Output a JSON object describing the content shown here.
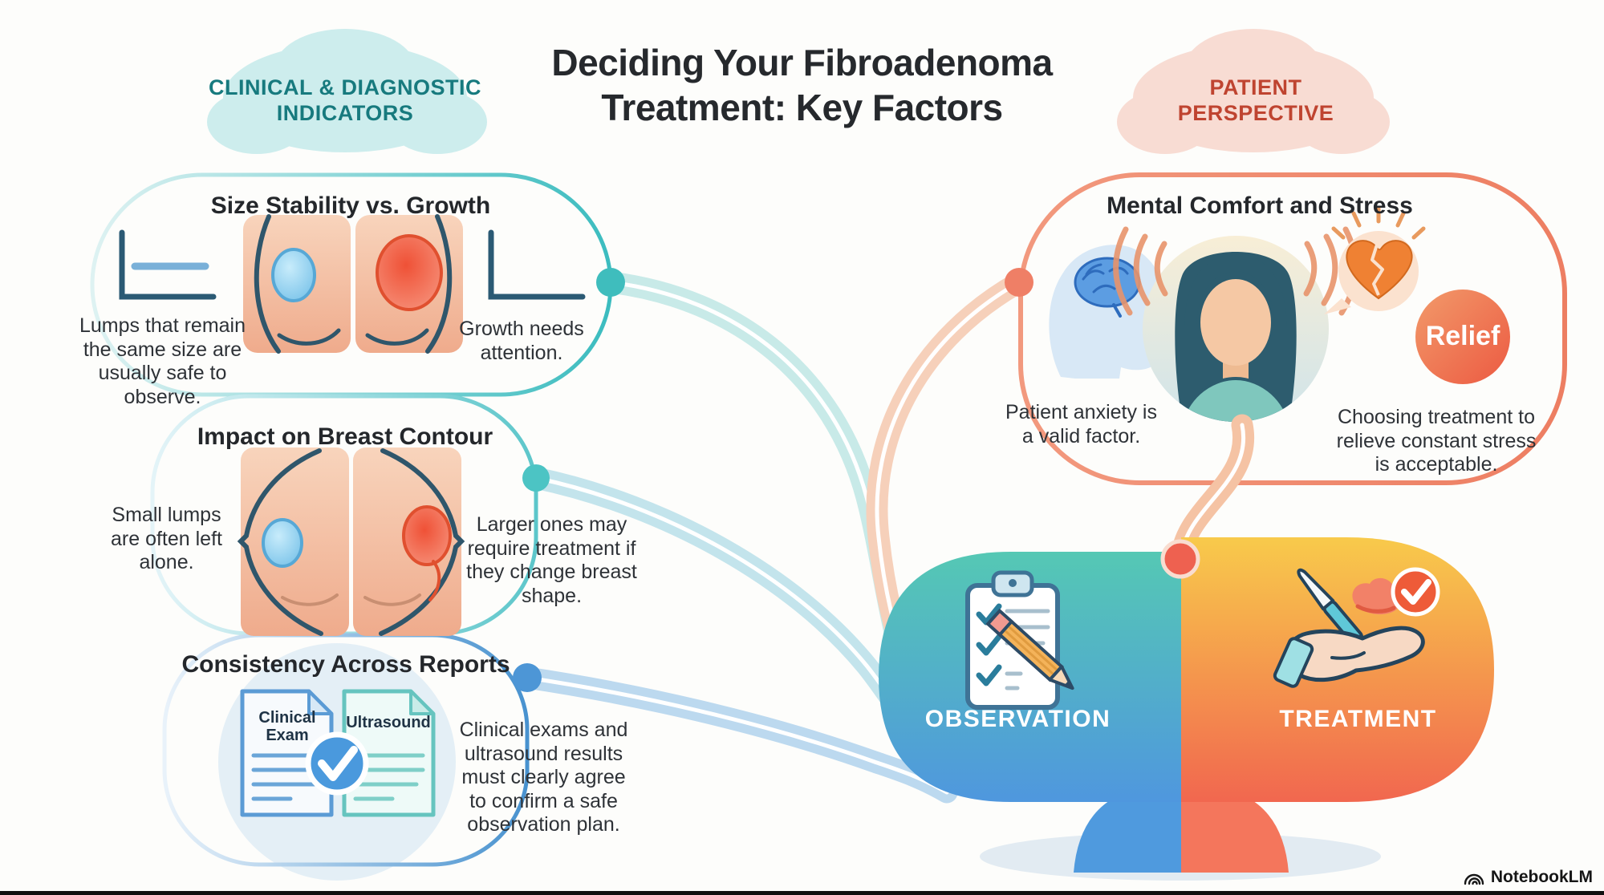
{
  "title": "Deciding Your Fibroadenoma Treatment: Key Factors",
  "left_section": {
    "header": "CLINICAL & DIAGNOSTIC INDICATORS",
    "box1": {
      "title": "Size Stability vs. Growth",
      "left_caption": "Lumps that remain the same size are usually safe to observe.",
      "right_caption": "Growth needs attention."
    },
    "box2": {
      "title": "Impact on Breast Contour",
      "left_caption": "Small lumps are often left alone.",
      "right_caption": "Larger ones may require treatment if they change breast shape."
    },
    "box3": {
      "title": "Consistency Across Reports",
      "doc_left_label": "Clinical Exam",
      "doc_right_label": "Ultrasound",
      "caption": "Clinical exams and ultrasound results must clearly agree to confirm a safe observation plan."
    }
  },
  "right_section": {
    "header": "PATIENT PERSPECTIVE",
    "box": {
      "title": "Mental Comfort and Stress",
      "left_caption": "Patient anxiety is a valid factor.",
      "relief_label": "Relief",
      "right_caption": "Choosing treatment to relieve constant stress is acceptable."
    }
  },
  "decision": {
    "observation_label": "OBSERVATION",
    "treatment_label": "TREATMENT"
  },
  "footer": {
    "brand": "NotebookLM"
  },
  "colors": {
    "teal_accent": "#3bbcbf",
    "blue_accent": "#4892cf",
    "salmon_accent": "#ef8063",
    "tree_left_top": "#55c8b4",
    "tree_left_bottom": "#4f97de",
    "tree_right_top": "#f8ca4b",
    "tree_right_bottom": "#f1674f",
    "relief_orange": "#ec6247",
    "red_node": "#ee6150"
  }
}
